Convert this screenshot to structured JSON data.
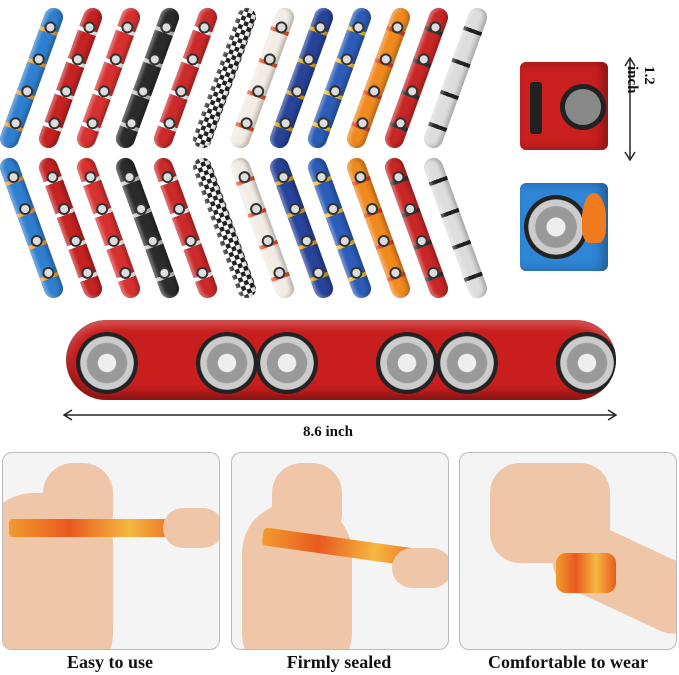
{
  "measurements": {
    "height_label": "1.2 inch",
    "length_label": "8.6 inch"
  },
  "band_colors": [
    "#2f7fd0",
    "#c52222",
    "#d83030",
    "#2b2b2b",
    "#cc2a2a",
    "#222222",
    "#f3ece4",
    "#27439a",
    "#2b5cb8",
    "#f08a1e",
    "#c92626",
    "#dddddd"
  ],
  "band_accents": [
    "#f2a23a",
    "#ffffff",
    "#ffffff",
    "#c9c9c9",
    "#ffffff",
    "#ffffff",
    "#e8542a",
    "#d9a520",
    "#f2c230",
    "#e0401e",
    "#333333",
    "#222222"
  ],
  "small_bands": [
    {
      "color": "#c91f1f"
    },
    {
      "color": "#2f86d6"
    }
  ],
  "panels": [
    {
      "caption": "Easy to use"
    },
    {
      "caption": "Firmly sealed"
    },
    {
      "caption": "Comfortable to wear"
    }
  ]
}
